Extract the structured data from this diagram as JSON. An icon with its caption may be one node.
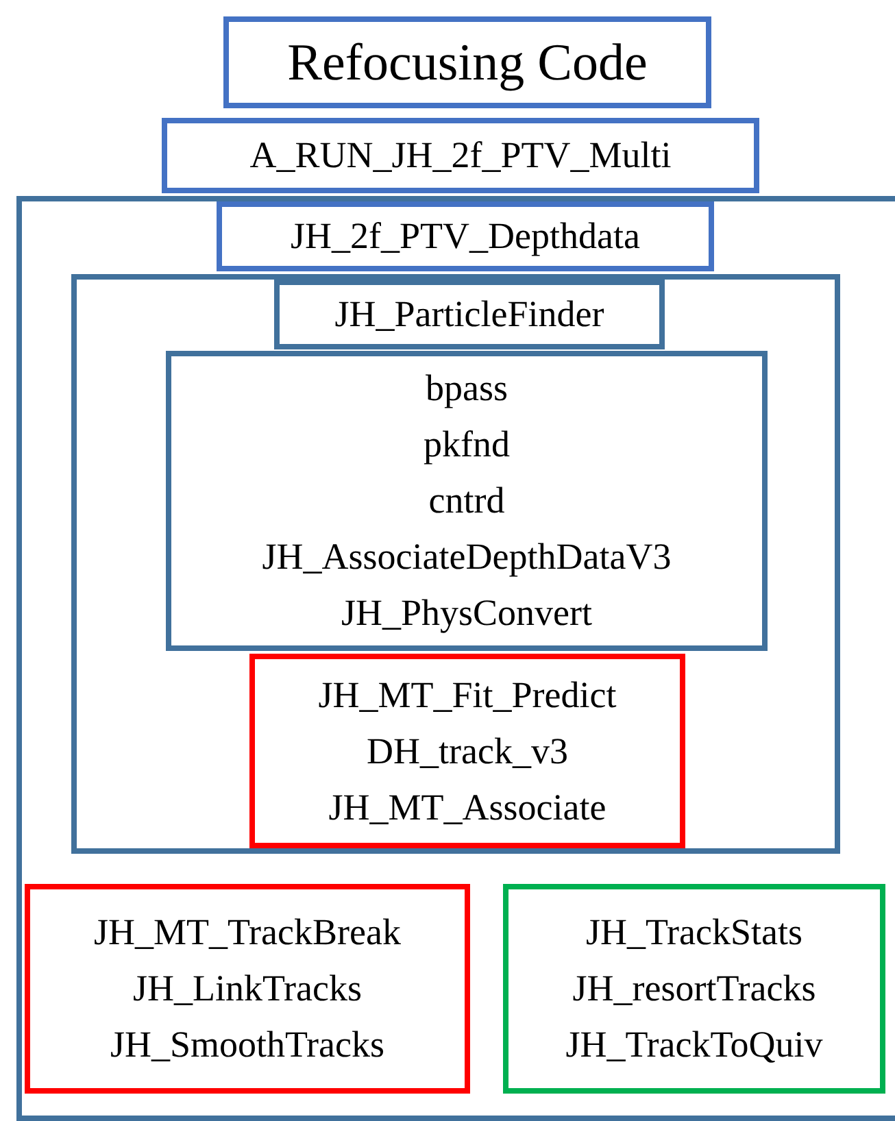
{
  "diagram": {
    "nodes": [
      {
        "text": [
          "Refocusing Code"
        ]
      },
      {
        "text": [
          "A_RUN_JH_2f_PTV_Multi"
        ]
      },
      {
        "text": [],
        "shape": "box"
      },
      {
        "text": [
          "JH_2f_PTV_Depthdata"
        ],
        "in": 2
      },
      {
        "text": [],
        "shape": "box",
        "in": 2
      },
      {
        "text": [
          "JH_ParticleFinder"
        ],
        "in": 4
      },
      {
        "text": [
          "bpass",
          "pkfnd",
          "cntrd",
          "JH_AssociateDepthDataV3",
          "JH_PhysConvert"
        ],
        "in": 4
      },
      {
        "text": [
          "JH_MT_Fit_Predict",
          "DH_track_v3",
          "JH_MT_Associate"
        ],
        "in": 4
      },
      {
        "text": [
          "JH_MT_TrackBreak",
          "JH_LinkTracks",
          "JH_SmoothTracks"
        ],
        "in": 2
      },
      {
        "text": [
          "JH_TrackStats",
          "JH_resortTracks",
          "JH_TrackToQuiv"
        ],
        "in": 2
      }
    ]
  }
}
